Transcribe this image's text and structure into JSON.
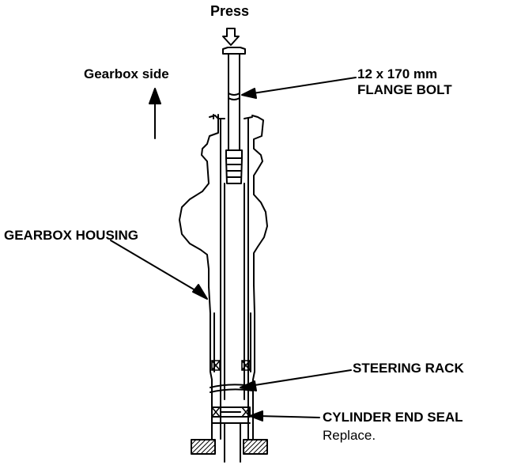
{
  "labels": {
    "press": "Press",
    "gearbox_side": "Gearbox side",
    "flange_bolt_line1": "12 x 170 mm",
    "flange_bolt_line2": "FLANGE BOLT",
    "gearbox_housing": "GEARBOX HOUSING",
    "steering_rack": "STEERING RACK",
    "cylinder_end_seal": "CYLINDER END SEAL",
    "cylinder_end_seal_note": "Replace."
  }
}
